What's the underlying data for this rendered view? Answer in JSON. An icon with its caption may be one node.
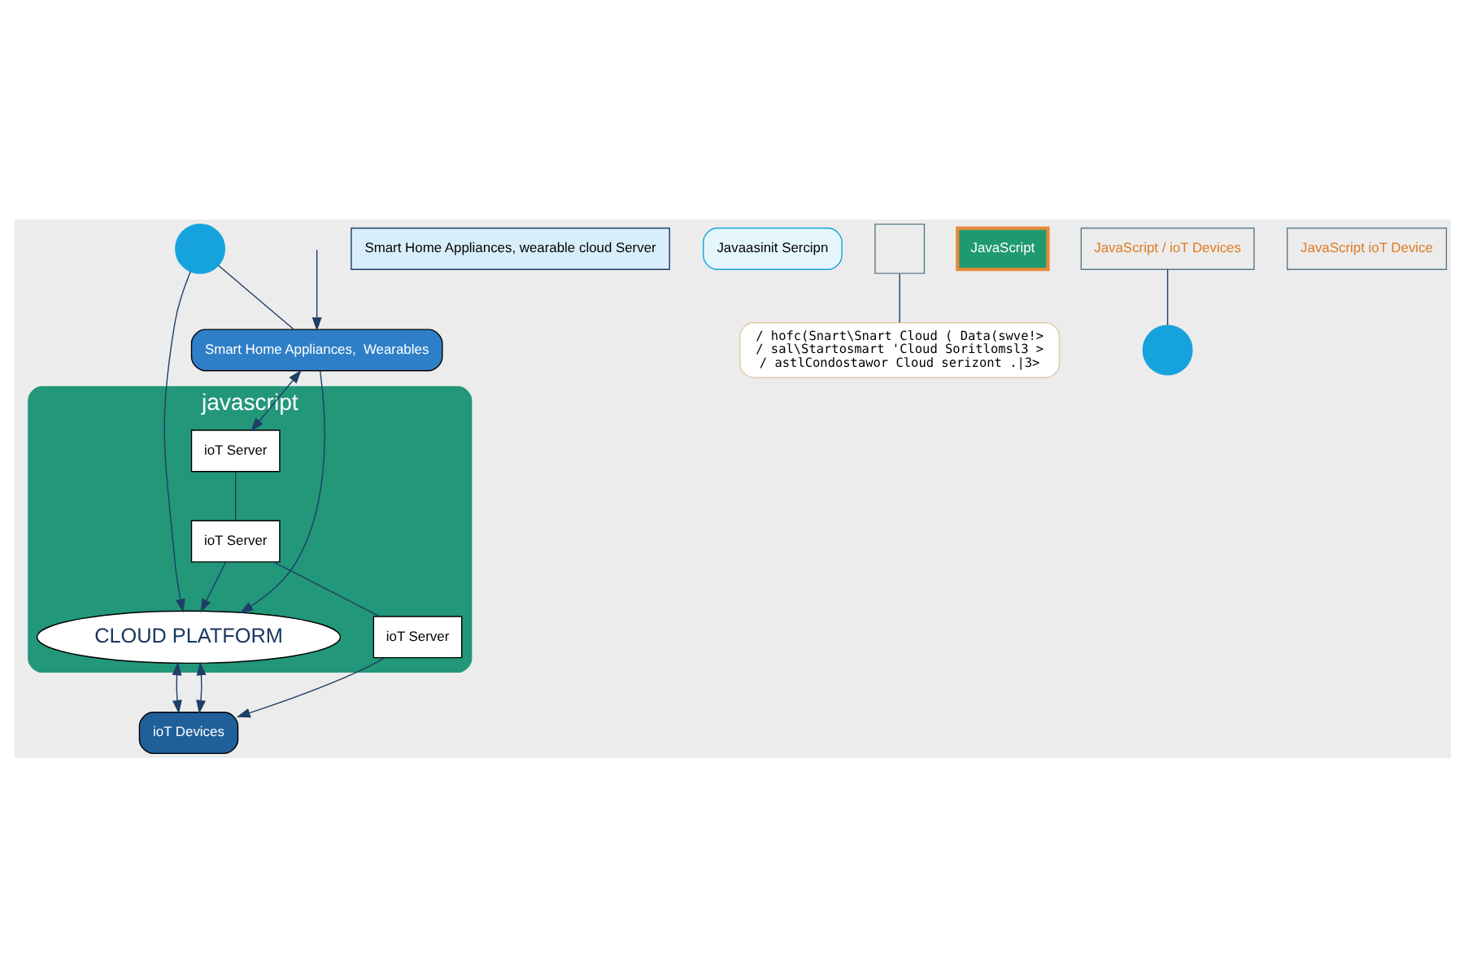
{
  "diagram": {
    "nodes": [
      {
        "text": [
          "javascript"
        ]
      },
      {
        "text": [
          "CLOUD PLATFORM"
        ],
        "in": 0
      },
      {
        "text": [
          "ioT Server"
        ],
        "in": 0
      },
      {
        "text": [
          "ioT Server"
        ],
        "in": 0
      },
      {
        "text": [
          "ioT Server"
        ],
        "in": 0
      },
      {
        "text": [
          "Smart Home Appliances,  Wearables"
        ]
      },
      {
        "text": [
          "ioT Devices"
        ]
      },
      {
        "text": [
          "Smart Home Appliances, wearable cloud Server"
        ]
      },
      {
        "text": [],
        "shape": "circle"
      },
      {
        "text": [
          "Javaasinit Sercipn"
        ]
      },
      {
        "text": [
          "/ hofc(Snart\\Snart Cloud ( Data(swve!>",
          "/ sal\\Startosmart 'Cloud Soritlomsl3 >",
          "/ astlCondostawor Cloud serizont .|3>"
        ]
      },
      {
        "text": [
          "JavaScript"
        ]
      },
      {
        "text": [],
        "shape": "box"
      },
      {
        "text": [
          "JavaScript / ioT Devices"
        ]
      },
      {
        "text": [
          "JavaScript ioT Device"
        ]
      },
      {
        "text": [],
        "shape": "circle"
      }
    ],
    "edges": [
      {
        "from": 8,
        "to": 5,
        "arrow": "none"
      },
      {
        "from": 8,
        "to": 1,
        "arrow": "to"
      },
      {
        "from": 5,
        "to": 1,
        "arrow": "to"
      },
      {
        "from": 5,
        "to": 2,
        "arrow": "both"
      },
      {
        "from": 1,
        "to": 6,
        "arrow": "both"
      },
      {
        "from": 1,
        "to": 6,
        "arrow": "both"
      },
      {
        "from": 4,
        "to": 6,
        "arrow": "to"
      },
      {
        "from": 3,
        "to": 1,
        "arrow": "to"
      },
      {
        "from": 2,
        "to": 3,
        "arrow": "none"
      },
      {
        "from": 3,
        "to": 4,
        "arrow": "none"
      },
      {
        "from": null,
        "to": 5,
        "arrow": "to",
        "color": "#1f3f66"
      },
      {
        "from": 12,
        "to": 10,
        "arrow": "none"
      },
      {
        "from": 13,
        "to": 15,
        "arrow": "none"
      }
    ]
  }
}
